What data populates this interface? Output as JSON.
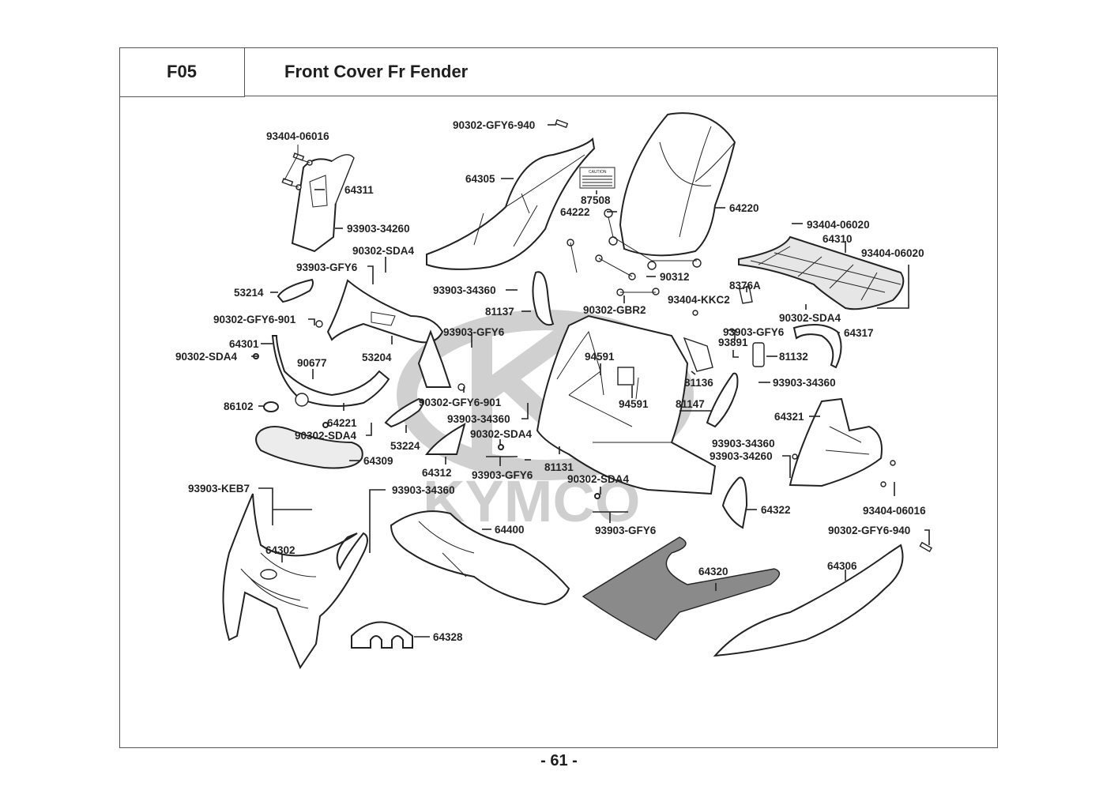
{
  "page": {
    "section_code": "F05",
    "section_title": "Front Cover Fr Fender",
    "page_number": "- 61 -",
    "watermark": "KYMCO"
  },
  "parts": [
    {
      "id": "p01",
      "label": "93404-06016"
    },
    {
      "id": "p02",
      "label": "64311"
    },
    {
      "id": "p03",
      "label": "93903-34260"
    },
    {
      "id": "p04",
      "label": "90302-GFY6-940"
    },
    {
      "id": "p05",
      "label": "64305"
    },
    {
      "id": "p06",
      "label": "87508"
    },
    {
      "id": "p07",
      "label": "64222"
    },
    {
      "id": "p08",
      "label": "64220"
    },
    {
      "id": "p09",
      "label": "93404-06020"
    },
    {
      "id": "p10",
      "label": "64310"
    },
    {
      "id": "p11",
      "label": "93404-06020"
    },
    {
      "id": "p12",
      "label": "90302-SDA4"
    },
    {
      "id": "p13",
      "label": "93903-GFY6"
    },
    {
      "id": "p14",
      "label": "93903-34360"
    },
    {
      "id": "p15",
      "label": "90312"
    },
    {
      "id": "p16",
      "label": "53214"
    },
    {
      "id": "p17",
      "label": "81137"
    },
    {
      "id": "p18",
      "label": "93404-KKC2"
    },
    {
      "id": "p19",
      "label": "8376A"
    },
    {
      "id": "p20",
      "label": "90302-GBR2"
    },
    {
      "id": "p21",
      "label": "90302-SDA4"
    },
    {
      "id": "p22",
      "label": "90302-GFY6-901"
    },
    {
      "id": "p23",
      "label": "93903-GFY6"
    },
    {
      "id": "p24",
      "label": "64317"
    },
    {
      "id": "p25",
      "label": "64301"
    },
    {
      "id": "p26",
      "label": "53204"
    },
    {
      "id": "p27",
      "label": "93903-GFY6"
    },
    {
      "id": "p28",
      "label": "93891"
    },
    {
      "id": "p29",
      "label": "81132"
    },
    {
      "id": "p30",
      "label": "90302-SDA4"
    },
    {
      "id": "p31",
      "label": "90677"
    },
    {
      "id": "p32",
      "label": "94591"
    },
    {
      "id": "p33",
      "label": "81136"
    },
    {
      "id": "p34",
      "label": "93903-34360"
    },
    {
      "id": "p35",
      "label": "86102"
    },
    {
      "id": "p36",
      "label": "90302-GFY6-901"
    },
    {
      "id": "p37",
      "label": "94591"
    },
    {
      "id": "p38",
      "label": "81147"
    },
    {
      "id": "p39",
      "label": "64221"
    },
    {
      "id": "p40",
      "label": "93903-34360"
    },
    {
      "id": "p41",
      "label": "64321"
    },
    {
      "id": "p42",
      "label": "90302-SDA4"
    },
    {
      "id": "p43",
      "label": "90302-SDA4"
    },
    {
      "id": "p44",
      "label": "53224"
    },
    {
      "id": "p45",
      "label": "93903-34360"
    },
    {
      "id": "p46",
      "label": "64309"
    },
    {
      "id": "p47",
      "label": "64312"
    },
    {
      "id": "p48",
      "label": "93903-GFY6"
    },
    {
      "id": "p49",
      "label": "81131"
    },
    {
      "id": "p50",
      "label": "93903-34260"
    },
    {
      "id": "p51",
      "label": "90302-SDA4"
    },
    {
      "id": "p52",
      "label": "93903-KEB7"
    },
    {
      "id": "p53",
      "label": "93903-34360"
    },
    {
      "id": "p54",
      "label": "64322"
    },
    {
      "id": "p55",
      "label": "93404-06016"
    },
    {
      "id": "p56",
      "label": "93903-GFY6"
    },
    {
      "id": "p57",
      "label": "64400"
    },
    {
      "id": "p58",
      "label": "90302-GFY6-940"
    },
    {
      "id": "p59",
      "label": "64302"
    },
    {
      "id": "p60",
      "label": "64320"
    },
    {
      "id": "p61",
      "label": "64306"
    },
    {
      "id": "p62",
      "label": "64328"
    }
  ],
  "caution_label": {
    "heading": "CAUTION"
  }
}
